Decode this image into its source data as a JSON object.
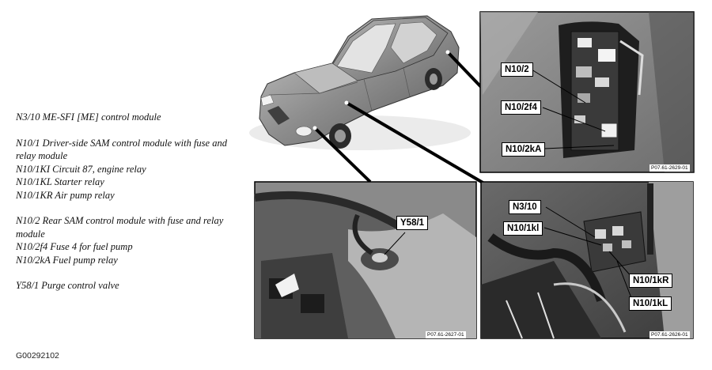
{
  "legend": [
    [
      "N3/10 ME-SFI [ME] control module"
    ],
    [
      "N10/1 Driver-side SAM control module with fuse and relay module",
      "N10/1KI Circuit 87, engine relay",
      "N10/1KL Starter relay",
      "N10/1KR Air pump relay"
    ],
    [
      "N10/2 Rear SAM control module with fuse and relay module",
      "N10/2f4 Fuse 4 for fuel pump",
      "N10/2kA Fuel pump relay"
    ],
    [
      "Y58/1 Purge control valve"
    ]
  ],
  "figure_code": "G00292102",
  "callouts": {
    "n10_2": "N10/2",
    "n10_2f4": "N10/2f4",
    "n10_2ka": "N10/2kA",
    "y58_1": "Y58/1",
    "n3_10": "N3/10",
    "n10_1kl_upper": "N10/1kl",
    "n10_1kr": "N10/1kR",
    "n10_1kl_lower": "N10/1kL"
  },
  "refs": {
    "top_right": "P07.61-2629-01",
    "bottom_middle": "P07.61-2627-01",
    "bottom_right": "P07.61-2626-01"
  }
}
